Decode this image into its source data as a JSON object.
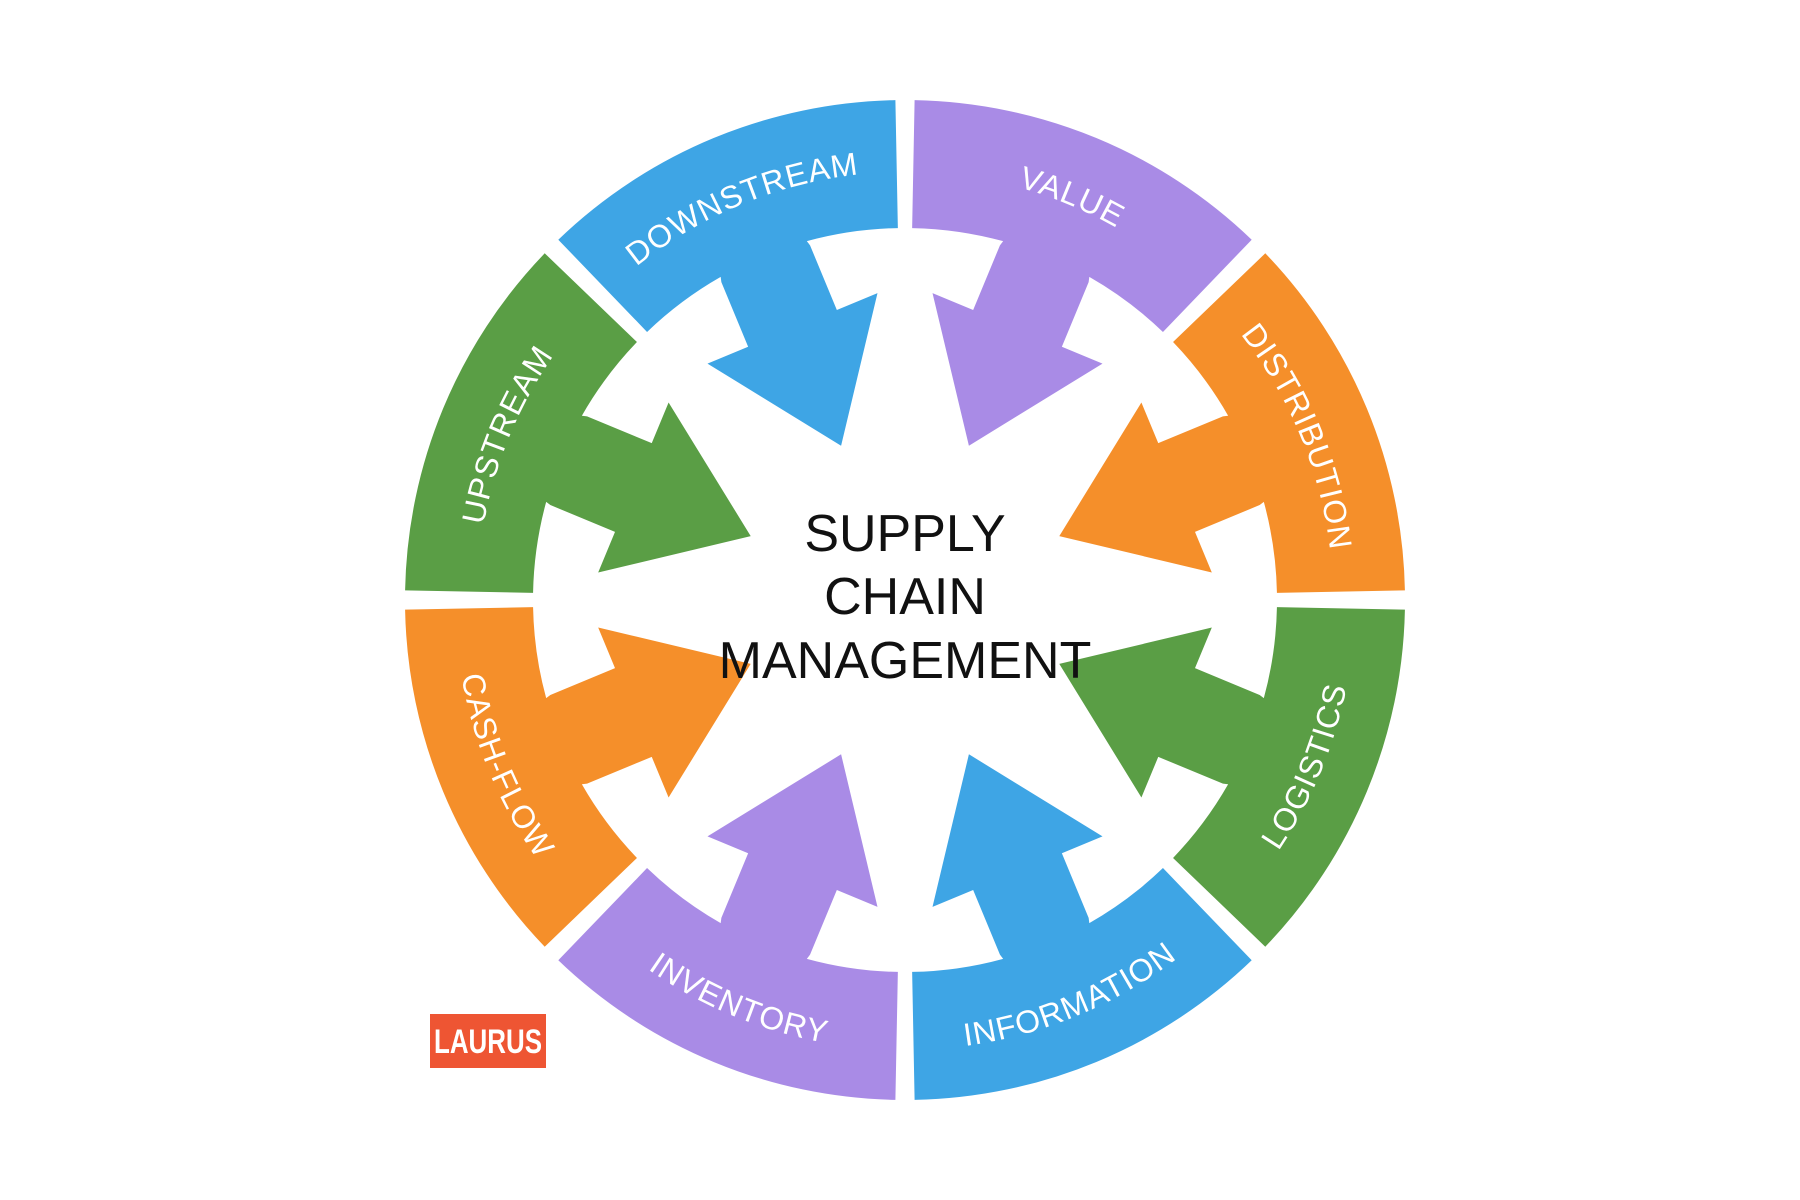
{
  "center_title": {
    "line1": "SUPPLY",
    "line2": "CHAIN",
    "line3": "MANAGEMENT"
  },
  "segments": [
    {
      "label": "VALUE",
      "color": "#A98BE6"
    },
    {
      "label": "DISTRIBUTION",
      "color": "#F58F2A"
    },
    {
      "label": "LOGISTICS",
      "color": "#5A9E45"
    },
    {
      "label": "INFORMATION",
      "color": "#3EA5E5"
    },
    {
      "label": "INVENTORY",
      "color": "#A98BE6"
    },
    {
      "label": "CASH-FLOW",
      "color": "#F58F2A"
    },
    {
      "label": "UPSTREAM",
      "color": "#5A9E45"
    },
    {
      "label": "DOWNSTREAM",
      "color": "#3EA5E5"
    }
  ],
  "logo": {
    "text": "LAURUS",
    "color": "#EE5533"
  }
}
